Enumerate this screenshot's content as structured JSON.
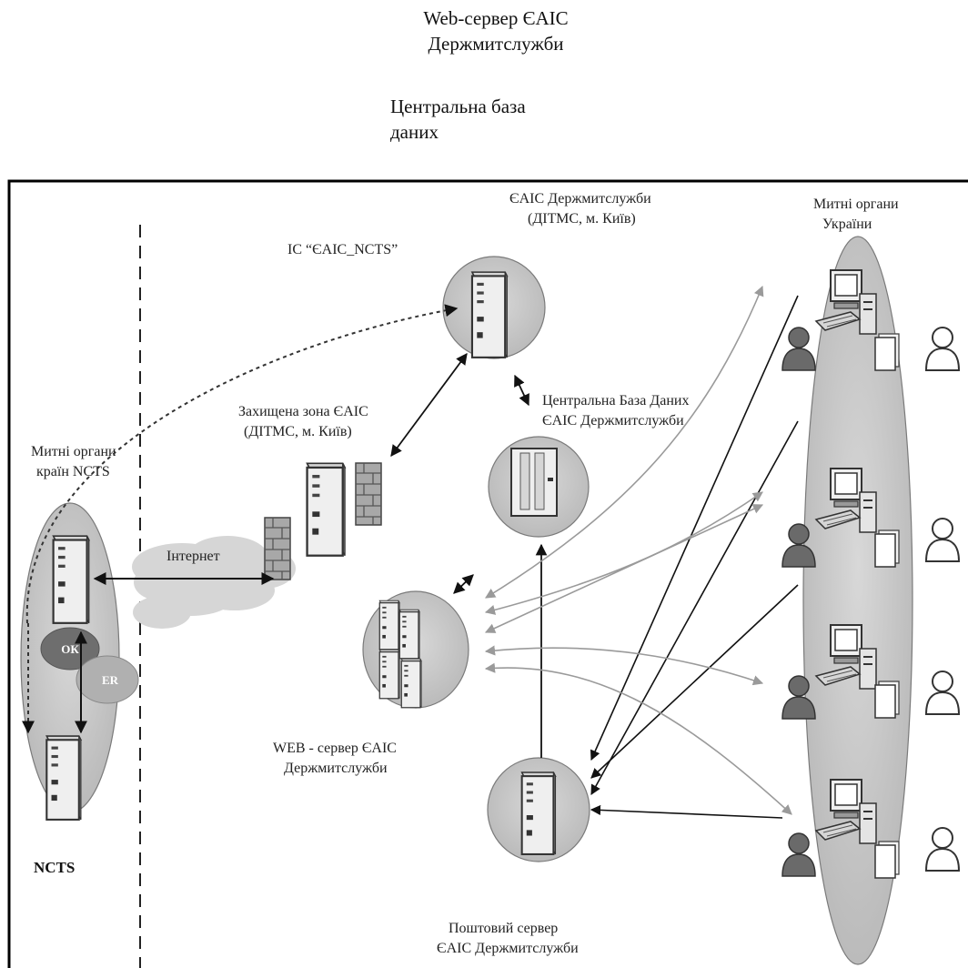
{
  "captions": {
    "top_line1": "Web-сервер ЄАІС",
    "top_line2": "Держмитслужби",
    "db_line1": "Центральна база",
    "db_line2": "даних"
  },
  "diagram": {
    "center_label_1": "ЄАІС Держмитслужби",
    "center_label_2": "(ДІТМС, м. Київ)",
    "ic_label": "ІС “ЄАІС_NCTS”",
    "ukraine_label_1": "Митні органи",
    "ukraine_label_2": "України",
    "secure_label_1": "Захищена зона ЄАІС",
    "secure_label_2": "(ДІТМС, м. Київ)",
    "cdb_label_1": "Центральна База Даних",
    "cdb_label_2": "ЄАІС Держмитслужби",
    "ncts_countries_1": "Митні органи",
    "ncts_countries_2": "країн NCTS",
    "internet_label": "Інтернет",
    "ok_label": "ОК",
    "er_label": "ER",
    "ncts_label": "NCTS",
    "web_label_1": "WEB - сервер ЄАІС",
    "web_label_2": "Держмитслужби",
    "mail_label_1": "Поштовий сервер",
    "mail_label_2": "ЄАІС Держмитслужби"
  },
  "colors": {
    "ellipse_fill": "#c6c6c6",
    "ellipse_stroke": "#7a7a7a",
    "server_fill": "#efefef",
    "server_stroke": "#333333",
    "arrow_dark": "#111111",
    "arrow_light": "#9a9a9a",
    "ok_fill": "#6e6e6e",
    "er_fill": "#b0b0b0",
    "cloud_fill": "#d6d6d6",
    "firewall_fill": "#9a9a9a"
  },
  "icons": [
    "server-icon",
    "firewall-icon",
    "cloud-icon",
    "workstation-icon",
    "user-icon",
    "document-icon"
  ]
}
